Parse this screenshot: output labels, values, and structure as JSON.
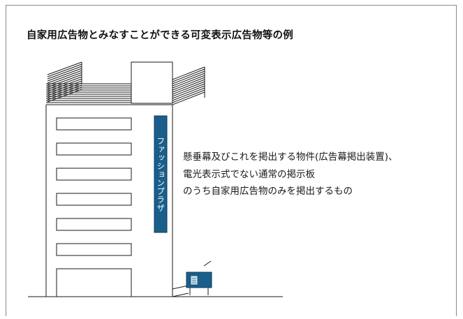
{
  "title": "自家用広告物とみなすことができる可変表示広告物等の例",
  "building": {
    "vertical_sign_text": "ファッションプラザ"
  },
  "description": {
    "lines": [
      "懸垂幕及びこれを掲出する物件(広告幕掲出装置)、",
      "電光表示式でない通常の掲示板",
      "のうち自家用広告物のみを掲出するもの"
    ]
  },
  "colors": {
    "sign": "#1a5f8c",
    "line": "#1a1a1a",
    "frame": "#8a8a8a"
  }
}
